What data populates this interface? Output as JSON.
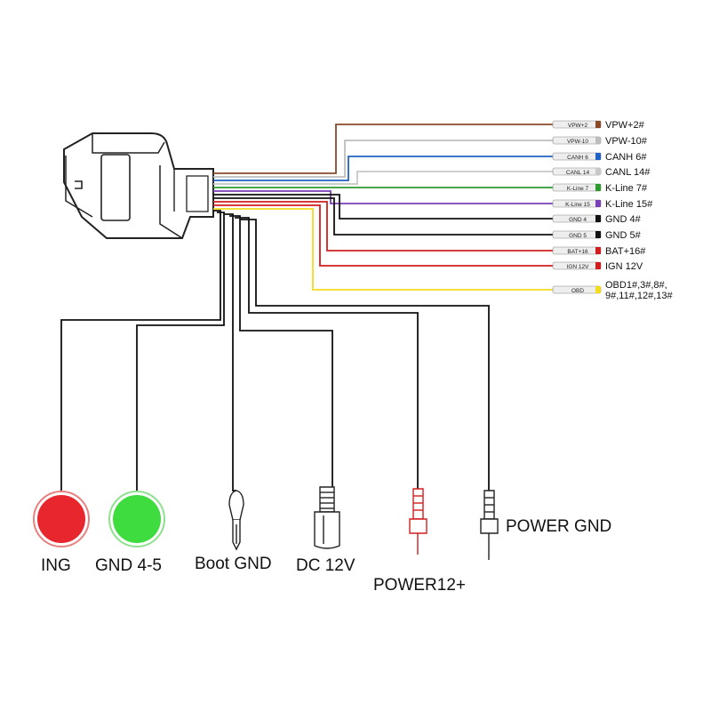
{
  "wire_pins": [
    {
      "tip": "VPW+2",
      "label": "VPW+2#",
      "color": "#8a4a2a"
    },
    {
      "tip": "VPW-10",
      "label": "VPW-10#",
      "color": "#bdbdbd"
    },
    {
      "tip": "CANH 6",
      "label": "CANH 6#",
      "color": "#1f62c4"
    },
    {
      "tip": "CANL 14",
      "label": "CANL 14#",
      "color": "#c8c8c8"
    },
    {
      "tip": "K-Line 7",
      "label": "K-Line 7#",
      "color": "#2e9a2e"
    },
    {
      "tip": "K-Line 15",
      "label": "K-Line 15#",
      "color": "#7b3fb8"
    },
    {
      "tip": "GND 4",
      "label": "GND 4#",
      "color": "#111111"
    },
    {
      "tip": "GND 5",
      "label": "GND 5#",
      "color": "#111111"
    },
    {
      "tip": "BAT+16",
      "label": "BAT+16#",
      "color": "#d11f1f"
    },
    {
      "tip": "IGN 12V",
      "label": "IGN 12V",
      "color": "#d11f1f"
    },
    {
      "tip": "OBD",
      "label": "OBD1#,3#,8#,",
      "label2": "9#,11#,12#,13#",
      "color": "#f2dc1e"
    }
  ],
  "bottom_connectors": [
    {
      "label": "ING",
      "kind": "red-button",
      "color": "#e8262d"
    },
    {
      "label": "GND 4-5",
      "kind": "green-button",
      "color": "#3fdc3f"
    },
    {
      "label": "Boot GND",
      "kind": "alligator-clip"
    },
    {
      "label": "DC 12V",
      "kind": "dc-jack"
    },
    {
      "label": "POWER12+",
      "kind": "red-probe",
      "color": "#d11f1f"
    },
    {
      "label": "POWER GND",
      "kind": "black-probe"
    }
  ]
}
